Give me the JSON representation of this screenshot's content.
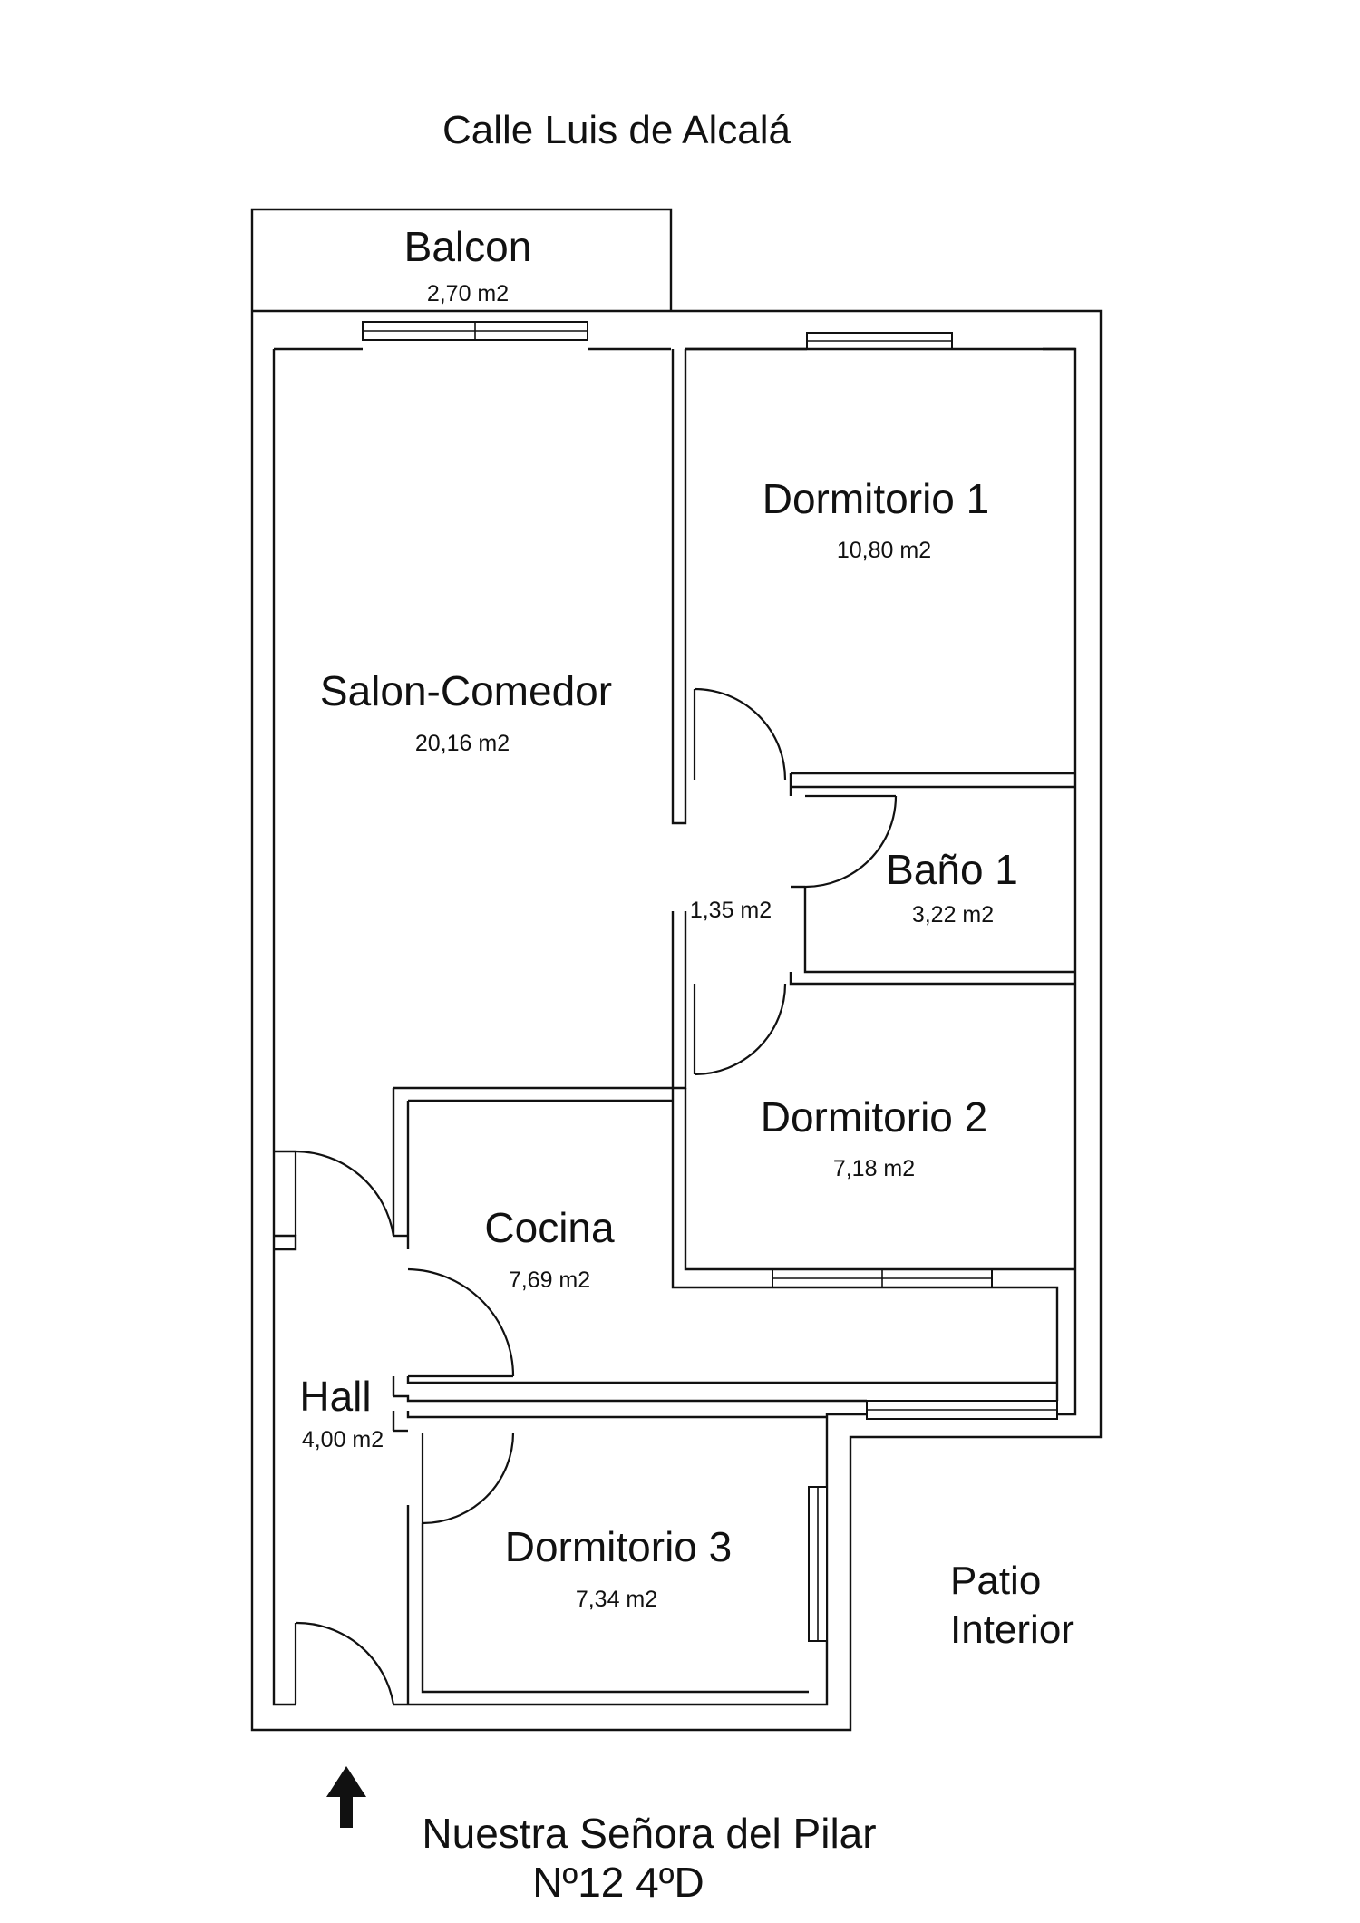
{
  "street_top": "Calle Luis de Alcalá",
  "rooms": {
    "balcon": {
      "name": "Balcon",
      "area": "2,70 m2"
    },
    "salon_comedor": {
      "name": "Salon-Comedor",
      "area": "20,16 m2"
    },
    "dormitorio_1": {
      "name": "Dormitorio 1",
      "area": "10,80 m2"
    },
    "pasillo": {
      "name": "",
      "area": "1,35 m2"
    },
    "bano_1": {
      "name": "Baño 1",
      "area": "3,22 m2"
    },
    "dormitorio_2": {
      "name": "Dormitorio 2",
      "area": "7,18 m2"
    },
    "cocina": {
      "name": "Cocina",
      "area": "7,69 m2"
    },
    "hall": {
      "name": "Hall",
      "area": "4,00 m2"
    },
    "dormitorio_3": {
      "name": "Dormitorio 3",
      "area": "7,34 m2"
    }
  },
  "patio": {
    "line1": "Patio",
    "line2": "Interior"
  },
  "address": {
    "street": "Nuestra Señora del Pilar",
    "unit": "Nº12  4ºD"
  },
  "icons": {
    "entrance": "arrow-up-icon"
  },
  "colors": {
    "line": "#111111",
    "background": "#ffffff"
  }
}
